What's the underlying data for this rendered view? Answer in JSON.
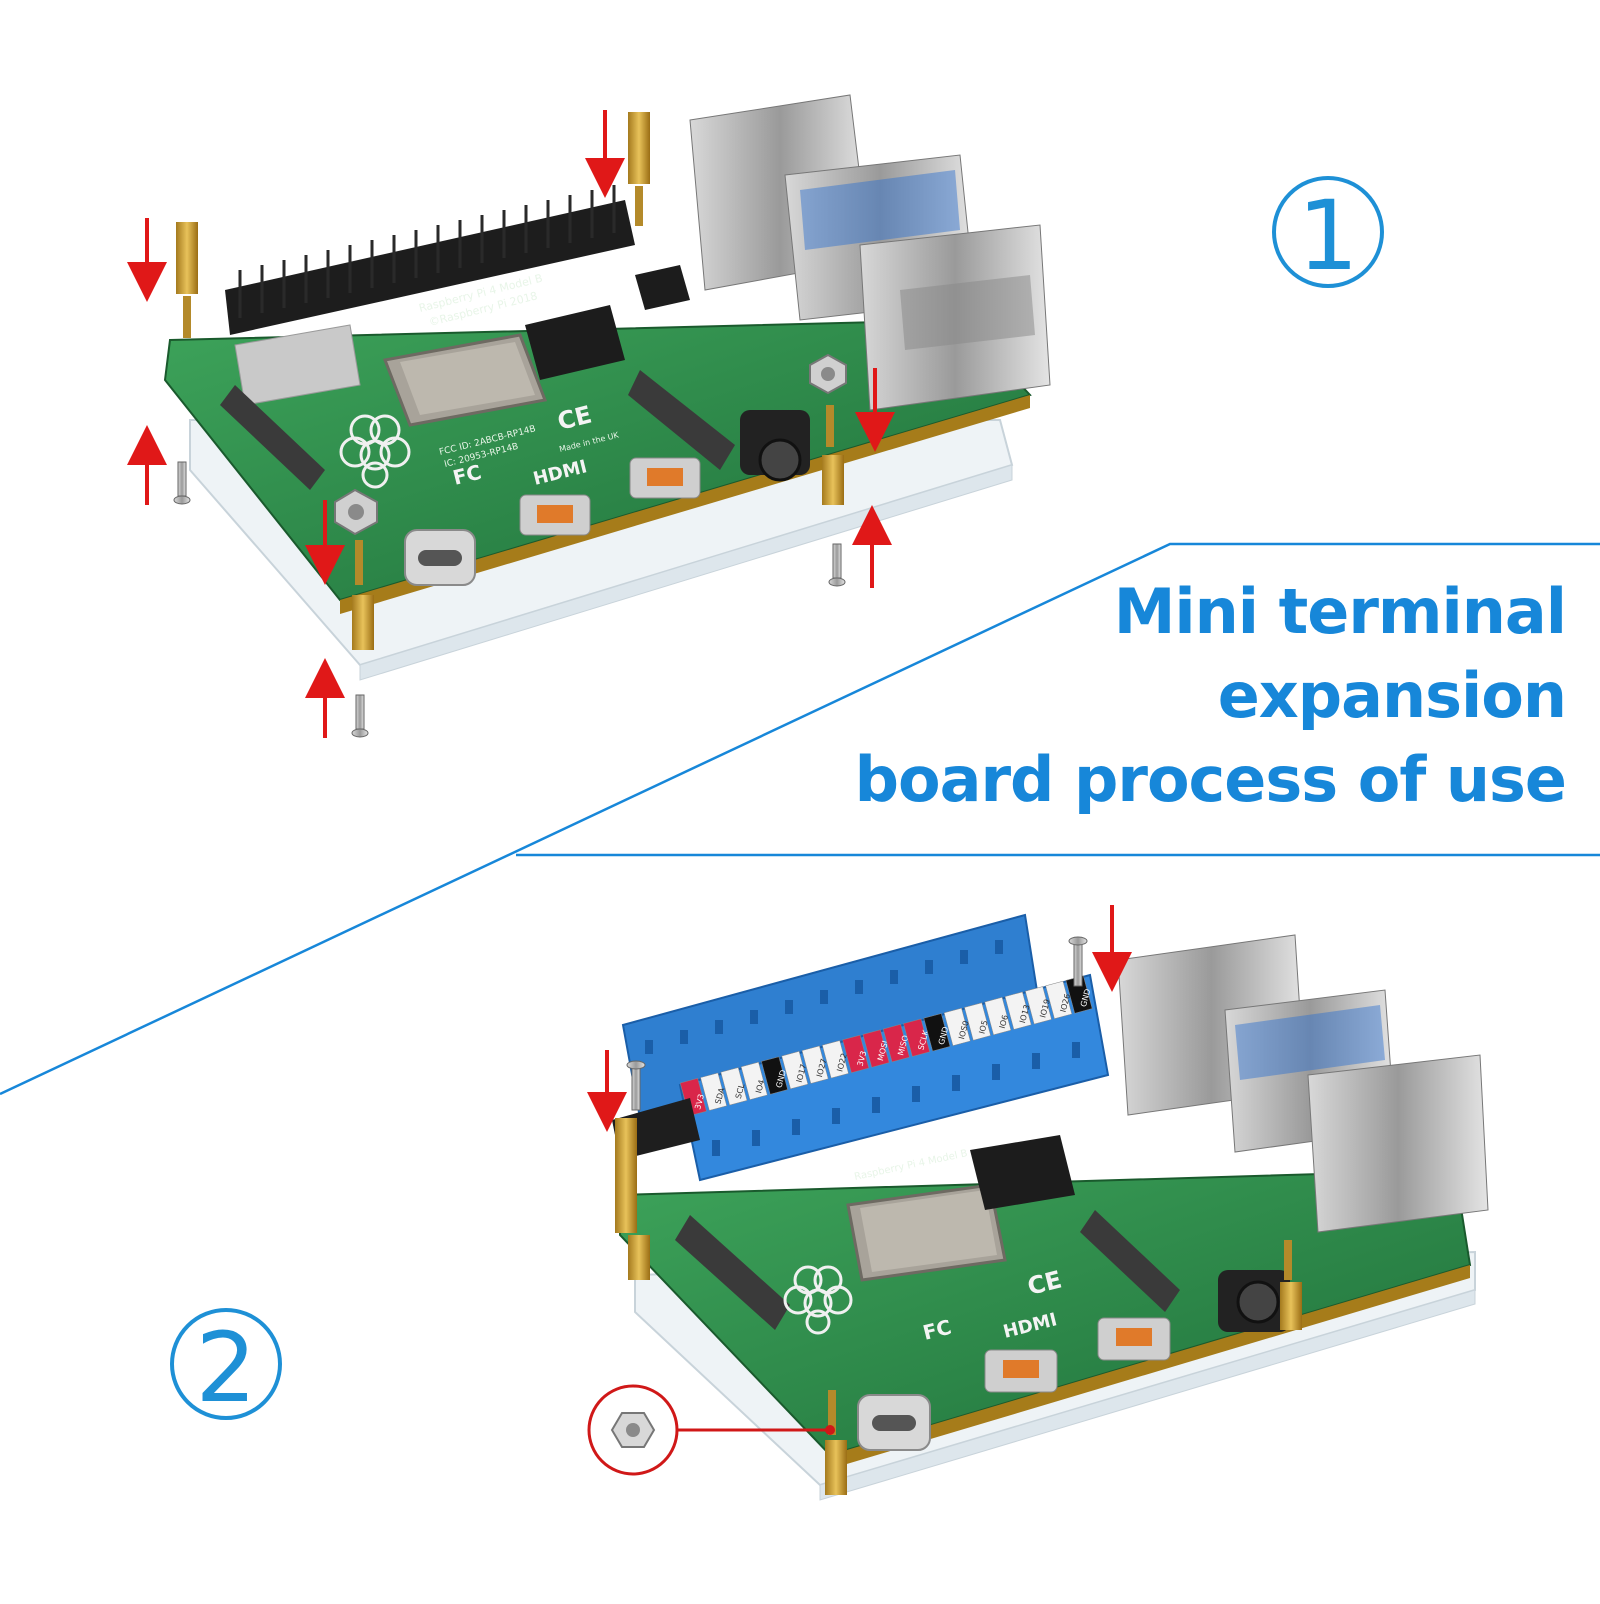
{
  "step_badges": {
    "first": "1",
    "second": "2"
  },
  "headline": {
    "line1": "Mini terminal",
    "line2": "expansion",
    "line3": "board process of use"
  },
  "board_markings": {
    "model": "Raspberry Pi 4 Model B",
    "copyright": "©Raspberry Pi 2018",
    "fcc": "FCC ID: 2ABCB-RP14B",
    "ic": "IC: 20953-RP14B",
    "origin": "Made in the UK",
    "hdmi": "HDMI",
    "ce": "CE",
    "fc": "FC"
  },
  "terminal_labels": [
    "3V3",
    "SDA",
    "SCL",
    "IO4",
    "GND",
    "IO17",
    "IO27",
    "IO22",
    "3V3",
    "MOSI",
    "MISO",
    "SCLK",
    "GND",
    "IOS0",
    "IO5",
    "IO6",
    "IO13",
    "IO19",
    "IO26",
    "GND"
  ],
  "colors": {
    "accent": "#1787d9",
    "pcb": "#2e8a4a",
    "arrow": "#e01818",
    "terminal_block": "#2f7fd0",
    "standoff": "#c8a13c"
  }
}
